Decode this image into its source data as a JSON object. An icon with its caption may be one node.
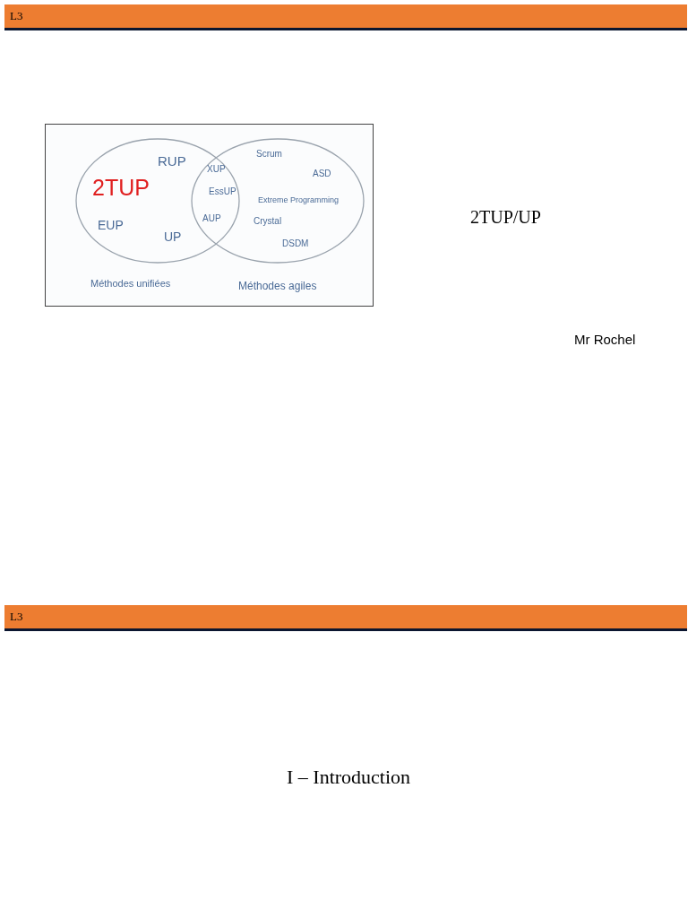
{
  "diagram": {
    "nodes": [
      {
        "text": [
          "2TUP",
          "RUP",
          "EUP",
          "UP",
          "Méthodes unifiées"
        ]
      },
      {
        "text": [
          "Scrum",
          "ASD",
          "Extreme Programming",
          "Crystal",
          "DSDM",
          "Méthodes agiles"
        ]
      }
    ],
    "edges": [],
    "labels": [
      "L3",
      "XUP",
      "EssUP",
      "AUP",
      "2TUP/UP",
      "Mr Rochel",
      "L3",
      "I – Introduction"
    ]
  }
}
